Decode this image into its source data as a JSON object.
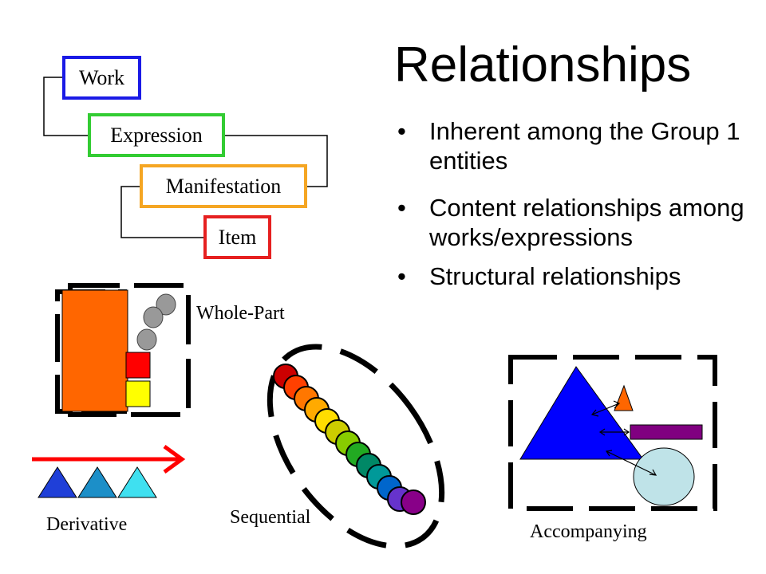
{
  "title": "Relationships",
  "frbr_boxes": [
    {
      "label": "Work",
      "color": "#1a1ae6"
    },
    {
      "label": "Expression",
      "color": "#33cc33"
    },
    {
      "label": "Manifestation",
      "color": "#f5a623"
    },
    {
      "label": "Item",
      "color": "#e62020"
    }
  ],
  "bullets": [
    "Inherent among the Group 1 entities",
    "Content relationships among works/expressions",
    "Structural relationships"
  ],
  "labels": {
    "whole_part": "Whole-Part",
    "sequential": "Sequential",
    "derivative": "Derivative",
    "accompanying": "Accompanying"
  },
  "colors": {
    "orange": "#ff6600",
    "red": "#ff0000",
    "yellow": "#ffff00",
    "blue": "#0000ff",
    "purple": "#800080",
    "light_blue": "#bfe3e8",
    "arrow_red": "#ff0000"
  }
}
